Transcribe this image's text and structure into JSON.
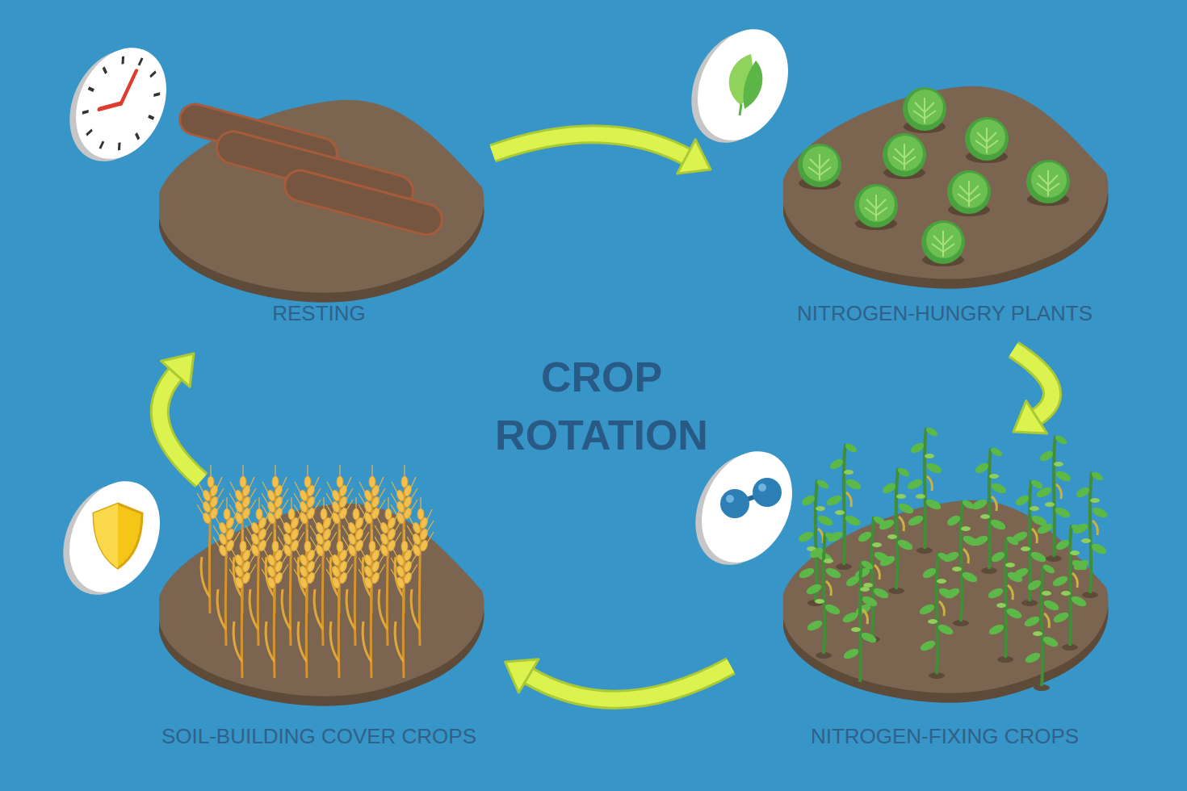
{
  "diagram": {
    "title": "CROP ROTATION",
    "nodes": [
      {
        "text": [
          "RESTING"
        ]
      },
      {
        "text": [
          "NITROGEN-HUNGRY PLANTS"
        ]
      },
      {
        "text": [
          "SOIL-BUILDING COVER CROPS"
        ]
      },
      {
        "text": [
          "NITROGEN-FIXING CROPS"
        ]
      }
    ],
    "edges": [
      {
        "from": 0,
        "to": 1,
        "arrow": "to"
      },
      {
        "from": 1,
        "to": 3,
        "arrow": "to"
      },
      {
        "from": 3,
        "to": 2,
        "arrow": "to"
      },
      {
        "from": 2,
        "to": 0,
        "arrow": "to"
      }
    ]
  }
}
